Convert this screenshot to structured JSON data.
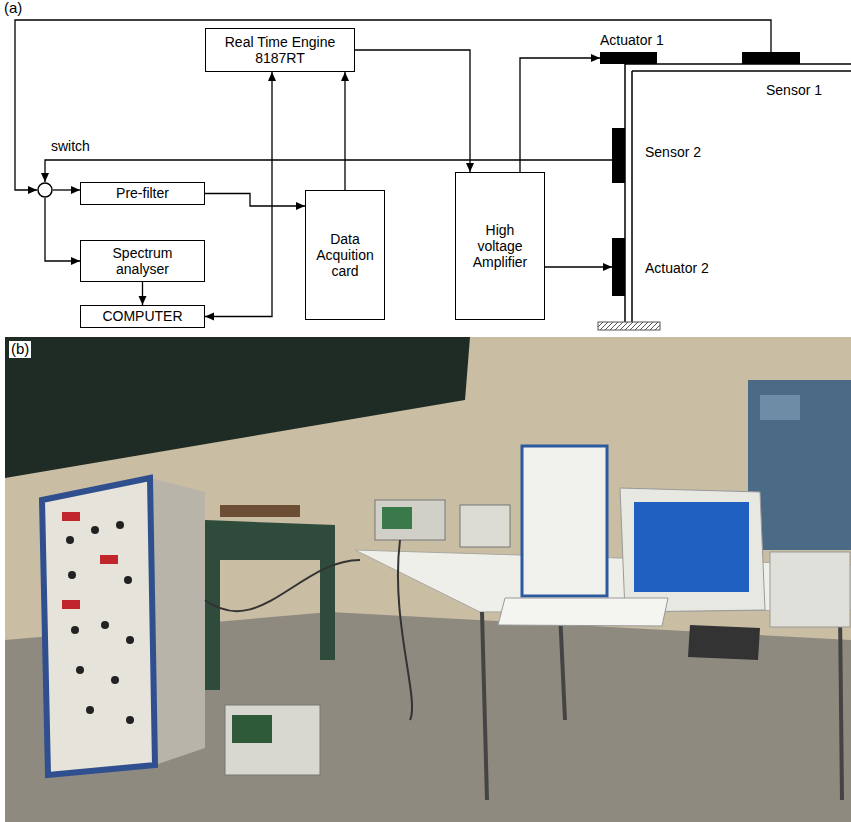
{
  "diagram": {
    "nodes": [
      {
        "text": [
          "Real Time Engine 8187RT"
        ]
      },
      {
        "text": [
          "Actuator 1"
        ]
      },
      {
        "text": [
          "Sensor 1"
        ]
      },
      {
        "text": [
          "switch"
        ]
      },
      {
        "text": [
          "Sensor 2"
        ]
      },
      {
        "text": [
          "Pre-filter"
        ]
      },
      {
        "text": [
          "Spectrum analyser"
        ]
      },
      {
        "text": [
          "Data Acquition card"
        ]
      },
      {
        "text": [
          "High voltage Amplifier"
        ]
      },
      {
        "text": [
          "Actuator 2"
        ]
      },
      {
        "text": [
          "COMPUTER"
        ]
      }
    ],
    "edges": [
      {
        "from": 2,
        "to": 3,
        "arrow": "to"
      },
      {
        "from": 4,
        "to": 3,
        "arrow": "to"
      },
      {
        "from": 3,
        "to": 5,
        "arrow": "to"
      },
      {
        "from": 3,
        "to": 6,
        "arrow": "to"
      },
      {
        "from": 6,
        "to": 10,
        "arrow": "to"
      },
      {
        "from": 5,
        "to": 7,
        "arrow": "to"
      },
      {
        "from": 10,
        "to": 0,
        "arrow": "both"
      },
      {
        "from": 7,
        "to": 0,
        "arrow": "to"
      },
      {
        "from": 0,
        "to": 8,
        "arrow": "to"
      },
      {
        "from": 8,
        "to": 1,
        "arrow": "to"
      },
      {
        "from": 8,
        "to": 9,
        "arrow": "to"
      }
    ],
    "labels": [
      "(a)",
      "(b)"
    ]
  }
}
